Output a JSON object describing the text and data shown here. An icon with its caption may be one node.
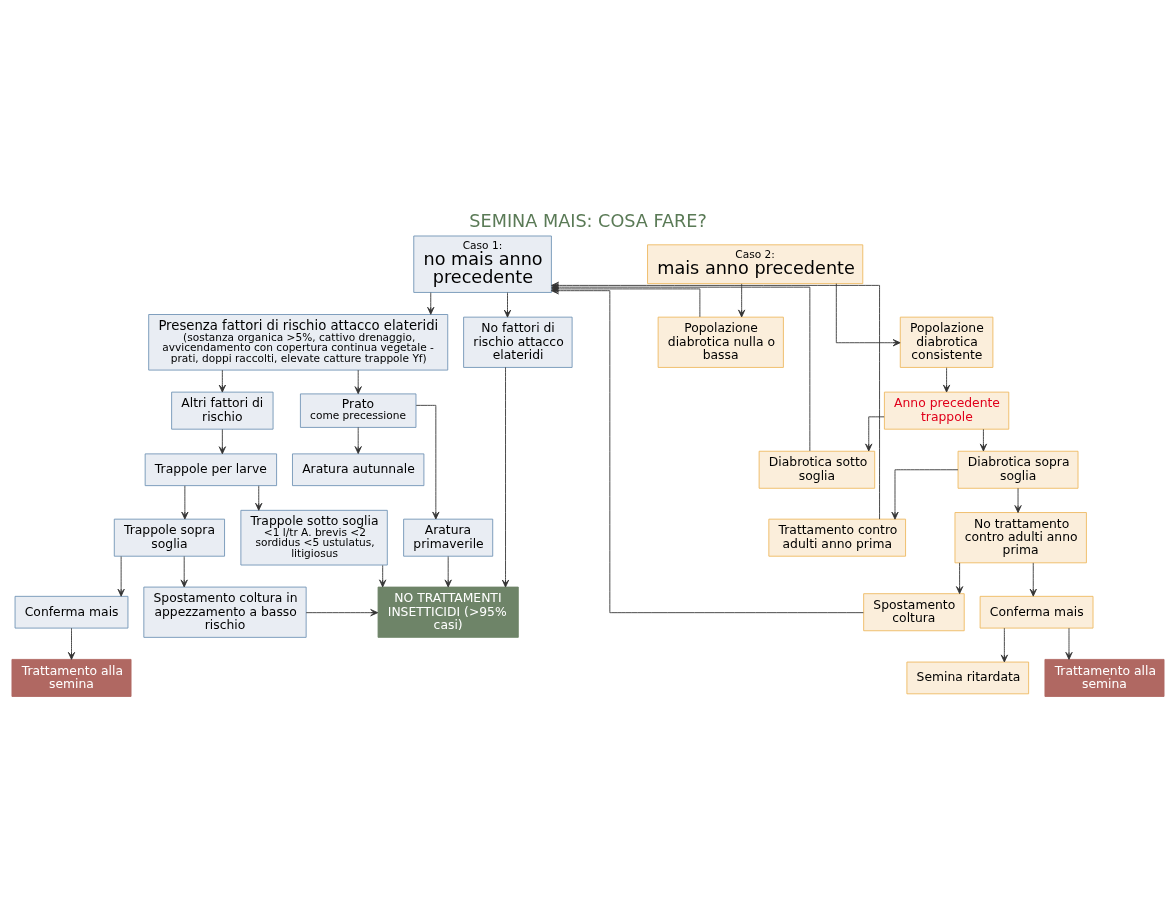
{
  "diagram": {
    "title": "SEMINA MAIS: COSA FARE?",
    "nodes": [
      {
        "text": [
          "Caso 1:",
          "no mais anno precedente"
        ]
      },
      {
        "text": [
          "Presenza fattori di rischio attacco elateridi",
          "(sostanza organica >5%, cattivo drenaggio, avvicendamento con copertura continua vegetale - prati, doppi raccolti, elevate catture trappole Yf)"
        ]
      },
      {
        "text": [
          "No fattori di rischio attacco elateridi"
        ]
      },
      {
        "text": [
          "Altri fattori di rischio"
        ]
      },
      {
        "text": [
          "Prato",
          "come precessione"
        ]
      },
      {
        "text": [
          "Trappole per larve"
        ]
      },
      {
        "text": [
          "Aratura autunnale"
        ]
      },
      {
        "text": [
          "Aratura primaverile"
        ]
      },
      {
        "text": [
          "Trappole sopra soglia"
        ]
      },
      {
        "text": [
          "Trappole sotto soglia",
          "<1 l/tr A. brevis <2 sordidus <5 ustulatus, litigiosus"
        ]
      },
      {
        "text": [
          "NO TRATTAMENTI INSETTICIDI (>95% casi)"
        ]
      },
      {
        "text": [
          "Conferma mais"
        ]
      },
      {
        "text": [
          "Spostamento coltura in appezzamento a basso rischio"
        ]
      },
      {
        "text": [
          "Trattamento alla semina"
        ]
      },
      {
        "text": [
          "Caso 2:",
          "mais anno precedente"
        ]
      },
      {
        "text": [
          "Popolazione diabrotica nulla o bassa"
        ]
      },
      {
        "text": [
          "Popolazione diabrotica consistente"
        ]
      },
      {
        "text": [
          "Anno precedente trappole"
        ]
      },
      {
        "text": [
          "Diabrotica sotto soglia"
        ]
      },
      {
        "text": [
          "Diabrotica sopra soglia"
        ]
      },
      {
        "text": [
          "Trattamento contro adulti anno prima"
        ]
      },
      {
        "text": [
          "No trattamento contro adulti anno prima"
        ]
      },
      {
        "text": [
          "Spostamento coltura"
        ]
      },
      {
        "text": [
          "Conferma mais"
        ]
      },
      {
        "text": [
          "Semina ritardata"
        ]
      },
      {
        "text": [
          "Trattamento alla semina"
        ]
      }
    ],
    "edges": [
      {
        "from": 0,
        "to": 1,
        "arrow": "to"
      },
      {
        "from": 0,
        "to": 2,
        "arrow": "to"
      },
      {
        "from": 1,
        "to": 3,
        "arrow": "to"
      },
      {
        "from": 1,
        "to": 4,
        "arrow": "to"
      },
      {
        "from": 3,
        "to": 5,
        "arrow": "to"
      },
      {
        "from": 4,
        "to": 6,
        "arrow": "to"
      },
      {
        "from": 4,
        "to": 7,
        "arrow": "to"
      },
      {
        "from": 5,
        "to": 8,
        "arrow": "to"
      },
      {
        "from": 5,
        "to": 9,
        "arrow": "to"
      },
      {
        "from": 7,
        "to": 10,
        "arrow": "to"
      },
      {
        "from": 2,
        "to": 10,
        "arrow": "to"
      },
      {
        "from": 9,
        "to": 10,
        "arrow": "to"
      },
      {
        "from": 8,
        "to": 11,
        "arrow": "to"
      },
      {
        "from": 8,
        "to": 12,
        "arrow": "to"
      },
      {
        "from": 12,
        "to": 10,
        "arrow": "to"
      },
      {
        "from": 11,
        "to": 13,
        "arrow": "to"
      },
      {
        "from": 14,
        "to": 15,
        "arrow": "to"
      },
      {
        "from": 14,
        "to": 16,
        "arrow": "to"
      },
      {
        "from": 16,
        "to": 17,
        "arrow": "to"
      },
      {
        "from": 17,
        "to": 18,
        "arrow": "to"
      },
      {
        "from": 17,
        "to": 19,
        "arrow": "to"
      },
      {
        "from": 19,
        "to": 20,
        "arrow": "to"
      },
      {
        "from": 19,
        "to": 21,
        "arrow": "to"
      },
      {
        "from": 21,
        "to": 22,
        "arrow": "to"
      },
      {
        "from": 21,
        "to": 23,
        "arrow": "to"
      },
      {
        "from": 23,
        "to": 24,
        "arrow": "to"
      },
      {
        "from": 23,
        "to": 25,
        "arrow": "to"
      },
      {
        "from": 15,
        "to": 0,
        "arrow": "to"
      },
      {
        "from": 18,
        "to": 0,
        "arrow": "to"
      },
      {
        "from": 20,
        "to": 0,
        "arrow": "to"
      },
      {
        "from": 22,
        "to": 0,
        "arrow": "to"
      }
    ]
  }
}
